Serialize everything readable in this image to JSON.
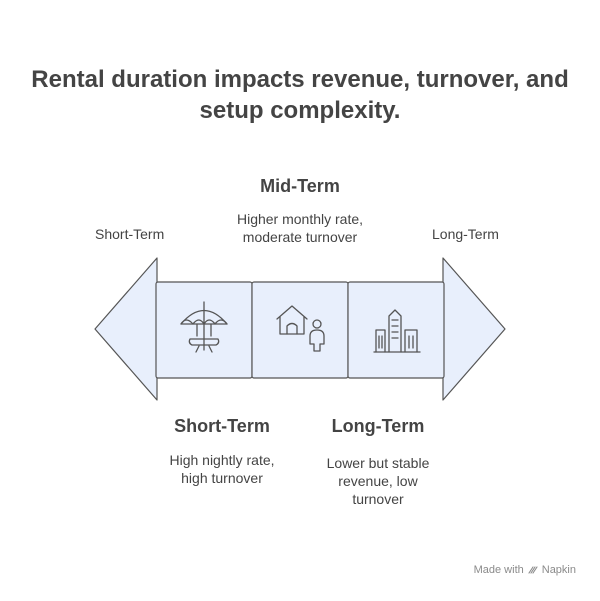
{
  "title": "Rental duration impacts revenue, turnover, and setup complexity.",
  "left_end_label": "Short-Term",
  "right_end_label": "Long-Term",
  "top_item": {
    "heading": "Mid-Term",
    "description_lines": [
      "Higher monthly rate,",
      "moderate turnover"
    ]
  },
  "bottom_left_item": {
    "heading": "Short-Term",
    "description_lines": [
      "High nightly rate,",
      "high turnover"
    ]
  },
  "bottom_right_item": {
    "heading": "Long-Term",
    "description_lines": [
      "Lower but stable",
      "revenue, low",
      "turnover"
    ]
  },
  "icons": [
    "beach-umbrella-icon",
    "house-person-icon",
    "city-buildings-icon"
  ],
  "footer": {
    "prefix": "Made with",
    "brand": "Napkin"
  },
  "colors": {
    "fill": "#e8effc",
    "stroke": "#555555",
    "text": "#444444"
  }
}
